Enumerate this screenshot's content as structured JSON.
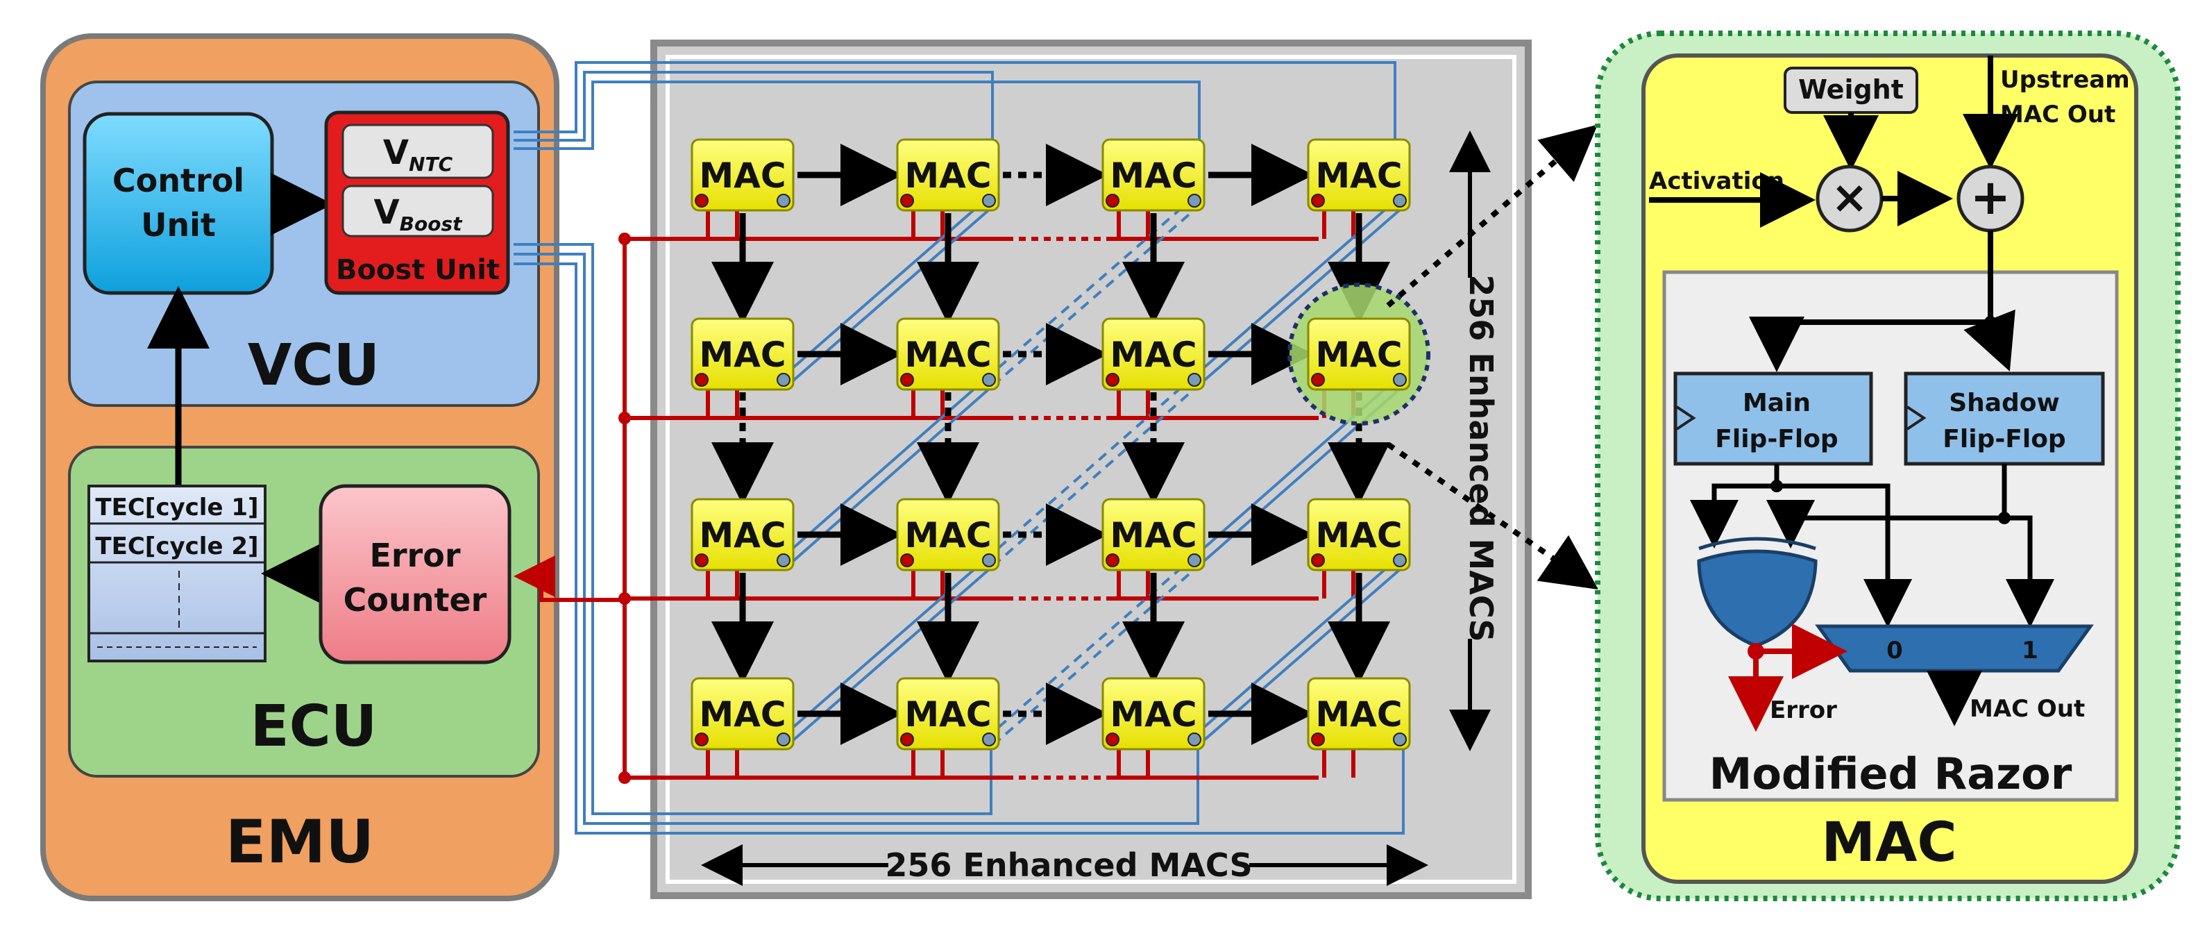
{
  "emu": {
    "title": "EMU"
  },
  "vcu": {
    "title": "VCU",
    "control_unit": {
      "line1": "Control",
      "line2": "Unit"
    },
    "boost_unit": {
      "label": "Boost Unit",
      "v_ntc_main": "V",
      "v_ntc_sub": "NTC",
      "v_boost_main": "V",
      "v_boost_sub": "Boost"
    }
  },
  "ecu": {
    "title": "ECU",
    "tec_rows": [
      "TEC[cycle 1]",
      "TEC[cycle 2]"
    ],
    "error_counter": {
      "line1": "Error",
      "line2": "Counter"
    }
  },
  "array": {
    "cell_label": "MAC",
    "rows": 4,
    "cols": 4,
    "bottom_label": "256 Enhanced MACS",
    "side_label": "256 Enhanced MACS"
  },
  "mac_detail": {
    "title": "MAC",
    "weight": "Weight",
    "upstream_line1": "Upstream",
    "upstream_line2": "MAC Out",
    "activation": "Activation",
    "multiply_symbol": "×",
    "add_symbol": "+",
    "main_ff_line1": "Main",
    "main_ff_line2": "Flip-Flop",
    "shadow_ff_line1": "Shadow",
    "shadow_ff_line2": "Flip-Flop",
    "mux_in0": "0",
    "mux_in1": "1",
    "error": "Error",
    "mac_out": "MAC Out",
    "razor_title": "Modified Razor"
  },
  "colors": {
    "emu_bg": "#f0a060",
    "vcu_bg": "#9ec2ec",
    "ecu_bg": "#9ed48a",
    "control_unit": "#22b8f0",
    "boost_unit": "#e31d1d",
    "error_counter": "#f08c94",
    "mac_cell": "#f4f000",
    "array_bg": "#cfcfcf",
    "red_wire": "#c00000",
    "blue_wire": "#3f7fc0",
    "mac_detail_bg": "#ffff66",
    "ff_blue": "#8fc0ea"
  }
}
